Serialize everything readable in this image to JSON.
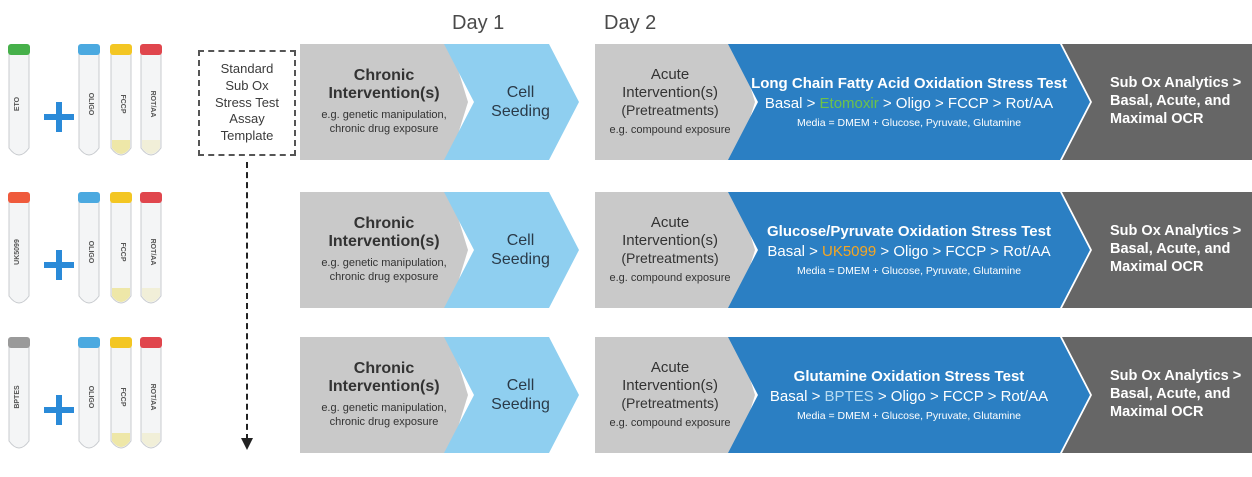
{
  "days": [
    "Day 1",
    "Day 2"
  ],
  "template_box": "Standard\nSub Ox\nStress Test\nAssay\nTemplate",
  "colors": {
    "grey": "#c9c9c9",
    "light_blue": "#8fcff0",
    "blue": "#2b7fc3",
    "dark": "#666666",
    "plus": "#2a8ad8"
  },
  "rows": [
    {
      "tubes": [
        {
          "label": "ETO",
          "cap_color": "#46b04a",
          "fill": "none"
        },
        {
          "label": "OLIGO",
          "cap_color": "#4ba9e0",
          "fill": "none"
        },
        {
          "label": "FCCP",
          "cap_color": "#f3c623",
          "fill": "yellow"
        },
        {
          "label": "ROT/AA",
          "cap_color": "#e0464d",
          "fill": "pale"
        }
      ],
      "chronic": {
        "title": "Chronic\nIntervention(s)",
        "sub": "e.g. genetic manipulation,\nchronic drug exposure"
      },
      "seeding": "Cell\nSeeding",
      "acute": {
        "title": "Acute\nIntervention(s)",
        "paren": "(Pretreatments)",
        "sub": "e.g. compound exposure"
      },
      "test": {
        "title": "Long Chain Fatty Acid Oxidation Stress Test",
        "pre": "Basal > ",
        "drug": "Etomoxir",
        "drug_color": "#6cc24a",
        "post": " > Oligo > FCCP > Rot/AA",
        "media": "Media = DMEM + Glucose, Pyruvate, Glutamine"
      },
      "analytics": "Sub Ox Analytics >\nBasal, Acute, and\nMaximal OCR"
    },
    {
      "tubes": [
        {
          "label": "UK5099",
          "cap_color": "#ef5a3c",
          "fill": "none"
        },
        {
          "label": "OLIGO",
          "cap_color": "#4ba9e0",
          "fill": "none"
        },
        {
          "label": "FCCP",
          "cap_color": "#f3c623",
          "fill": "yellow"
        },
        {
          "label": "ROT/AA",
          "cap_color": "#e0464d",
          "fill": "pale"
        }
      ],
      "chronic": {
        "title": "Chronic\nIntervention(s)",
        "sub": "e.g. genetic manipulation,\nchronic drug exposure"
      },
      "seeding": "Cell\nSeeding",
      "acute": {
        "title": "Acute\nIntervention(s)",
        "paren": "(Pretreatments)",
        "sub": "e.g. compound exposure"
      },
      "test": {
        "title": "Glucose/Pyruvate Oxidation Stress Test",
        "pre": "Basal > ",
        "drug": "UK5099",
        "drug_color": "#f5a623",
        "post": " > Oligo > FCCP > Rot/AA",
        "media": "Media = DMEM + Glucose, Pyruvate, Glutamine"
      },
      "analytics": "Sub Ox Analytics >\nBasal, Acute, and\nMaximal OCR"
    },
    {
      "tubes": [
        {
          "label": "BPTES",
          "cap_color": "#9a9a9a",
          "fill": "none"
        },
        {
          "label": "OLIGO",
          "cap_color": "#4ba9e0",
          "fill": "none"
        },
        {
          "label": "FCCP",
          "cap_color": "#f3c623",
          "fill": "yellow"
        },
        {
          "label": "ROT/AA",
          "cap_color": "#e0464d",
          "fill": "pale"
        }
      ],
      "chronic": {
        "title": "Chronic\nIntervention(s)",
        "sub": "e.g. genetic manipulation,\nchronic drug exposure"
      },
      "seeding": "Cell\nSeeding",
      "acute": {
        "title": "Acute\nIntervention(s)",
        "paren": "(Pretreatments)",
        "sub": "e.g. compound exposure"
      },
      "test": {
        "title": "Glutamine Oxidation Stress Test",
        "pre": "Basal > ",
        "drug": "BPTES",
        "drug_color": "#b9dcf2",
        "post": " > Oligo > FCCP > Rot/AA",
        "media": "Media = DMEM + Glucose, Pyruvate, Glutamine"
      },
      "analytics": "Sub Ox Analytics >\nBasal, Acute, and\nMaximal OCR"
    }
  ]
}
